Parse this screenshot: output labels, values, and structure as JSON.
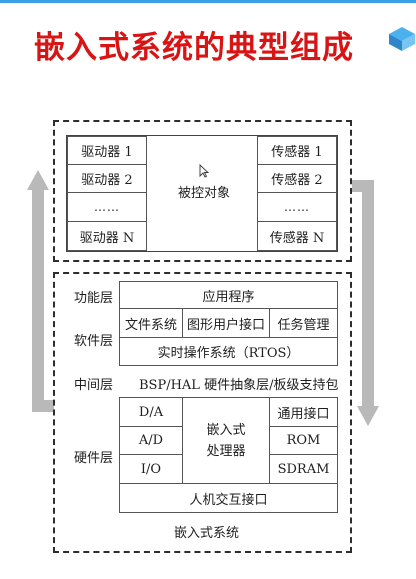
{
  "slide": {
    "title": "嵌入式系统的典型组成"
  },
  "io_section": {
    "drivers": [
      "驱动器 1",
      "驱动器 2",
      "……",
      "驱动器 N"
    ],
    "sensors": [
      "传感器 1",
      "传感器 2",
      "……",
      "传感器 N"
    ],
    "controlled_object": "被控对象"
  },
  "embedded_system": {
    "layer_labels": {
      "function": "功能层",
      "software": "软件层",
      "middleware": "中间层",
      "hardware": "硬件层"
    },
    "application": "应用程序",
    "software_modules": [
      "文件系统",
      "图形用户接口",
      "任务管理"
    ],
    "rtos": "实时操作系统（RTOS）",
    "bsp": "BSP/HAL 硬件抽象层/板级支持包",
    "hw_left": [
      "D/A",
      "A/D",
      "I/O"
    ],
    "processor_line1": "嵌入式",
    "processor_line2": "处理器",
    "hw_right": [
      "通用接口",
      "ROM",
      "SDRAM"
    ],
    "hmi": "人机交互接口",
    "caption": "嵌入式系统"
  },
  "colors": {
    "title": "#d91414",
    "arrow": "#b9b9b9",
    "topbar": "#3aa0e8"
  }
}
